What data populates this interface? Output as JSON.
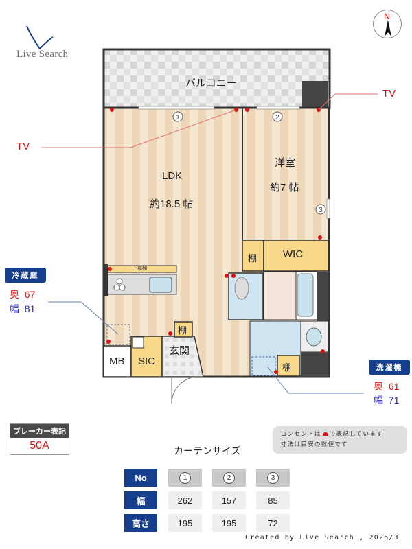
{
  "brand": {
    "logo_text": "Live Search",
    "logo_color": "#1c3f8a"
  },
  "compass": {
    "label": "N"
  },
  "floorplan": {
    "balcony": "バルコニー",
    "ldk": {
      "name": "LDK",
      "size": "約18.5 帖"
    },
    "western_room": {
      "name": "洋室",
      "size": "約7 帖"
    },
    "wic": "WIC",
    "shelves": [
      "棚",
      "棚",
      "棚"
    ],
    "entrance": "玄関",
    "sic": "SIC",
    "mb": "MB",
    "kitchen_cabinet": "下部棚",
    "curtain_markers": [
      "1",
      "2",
      "3"
    ],
    "tv_labels": [
      "TV",
      "TV"
    ]
  },
  "fridge": {
    "label": "冷蔵庫",
    "depth_label": "奥",
    "depth": "67",
    "width_label": "幅",
    "width": "81"
  },
  "washer": {
    "label": "洗濯機",
    "depth_label": "奥",
    "depth": "61",
    "width_label": "幅",
    "width": "71"
  },
  "breaker": {
    "label": "ブレーカー表記",
    "value": "50A"
  },
  "note": {
    "line1_pre": "コンセントは",
    "line1_post": "で表記しています",
    "line2": "寸法は目安の数値です"
  },
  "curtain_table": {
    "title": "カーテンサイズ",
    "headers": {
      "no": "No",
      "width": "幅",
      "height": "高さ"
    },
    "numbers": [
      "1",
      "2",
      "3"
    ],
    "widths": [
      "262",
      "157",
      "85"
    ],
    "heights": [
      "195",
      "195",
      "72"
    ]
  },
  "footer": "Created by Live Search , 2026/3",
  "colors": {
    "accent_navy": "#163e8c",
    "outlet_red": "#dd1111",
    "floor_wood": "#f3dfc4",
    "wall": "#333333"
  }
}
